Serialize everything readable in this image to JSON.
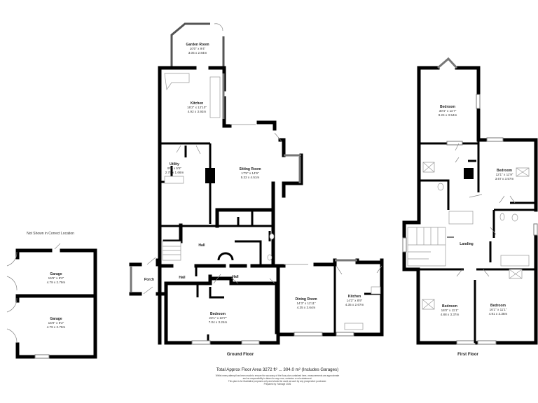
{
  "ground_floor": {
    "label": "Ground Floor",
    "rooms": {
      "garden_room": {
        "name": "Garden Room",
        "imperial": "10'0\" x 9'4\"",
        "metric": "3.05 x 2.84m"
      },
      "kitchen": {
        "name": "Kitchen",
        "imperial": "16'2\" x 12'10\"",
        "metric": "4.92 x 3.92m"
      },
      "utility": {
        "name": "Utility",
        "imperial": "9'0\" x 5'5\"",
        "metric": "2.75 x 1.66m"
      },
      "sitting_room": {
        "name": "Sitting Room",
        "imperial": "17'5\" x 14'9\"",
        "metric": "5.32 x 4.51m"
      },
      "hall_1": {
        "name": "Hall"
      },
      "hall_2": {
        "name": "Hall"
      },
      "hall_3": {
        "name": "Hall"
      },
      "porch": {
        "name": "Porch"
      },
      "bedroom": {
        "name": "Bedroom",
        "imperial": "23'1\" x 10'7\"",
        "metric": "7.04 x 3.24m"
      },
      "dining_room": {
        "name": "Dining Room",
        "imperial": "14'3\" x 11'11\"",
        "metric": "4.35 x 3.64m"
      },
      "kitchen_2": {
        "name": "Kitchen",
        "imperial": "14'3\" x 8'9\"",
        "metric": "4.35 x 2.67m"
      }
    }
  },
  "garages": {
    "note": "Not Shown in Correct Location",
    "rooms": [
      {
        "name": "Garage",
        "imperial": "15'9\" x 9'2\"",
        "metric": "4.79 x 2.79m"
      },
      {
        "name": "Garage",
        "imperial": "15'9\" x 9'2\"",
        "metric": "4.79 x 2.79m"
      }
    ]
  },
  "first_floor": {
    "label": "First Floor",
    "rooms": {
      "bedroom_1": {
        "name": "Bedroom",
        "imperial": "30'4\" x 11'7\"",
        "metric": "9.24 x 3.54m"
      },
      "bedroom_2": {
        "name": "Bedroom",
        "imperial": "12'1\" x 11'9\"",
        "metric": "3.67 x 3.57m"
      },
      "landing": {
        "name": "Landing"
      },
      "bedroom_3": {
        "name": "Bedroom",
        "imperial": "16'0\" x 11'1\"",
        "metric": "4.88 x 3.37m"
      },
      "bedroom_4": {
        "name": "Bedroom",
        "imperial": "16'1\" x 11'1\"",
        "metric": "4.91 x 3.38m"
      }
    }
  },
  "footer": {
    "total_area": "Total Approx Floor Area 3272 ft² ... 304.0 m² (Includes Garages)",
    "disclaimer": [
      "Whilst every attempt has been made to ensure the accuracy of the floor plan contained here, measurements are approximate",
      "and no responsibility is taken for any error, omission or mis-statement.",
      "This plan is for illustrative purposes only and should be used as such by any prospective purchaser.",
      "Prepared by YoImage 2026"
    ]
  }
}
